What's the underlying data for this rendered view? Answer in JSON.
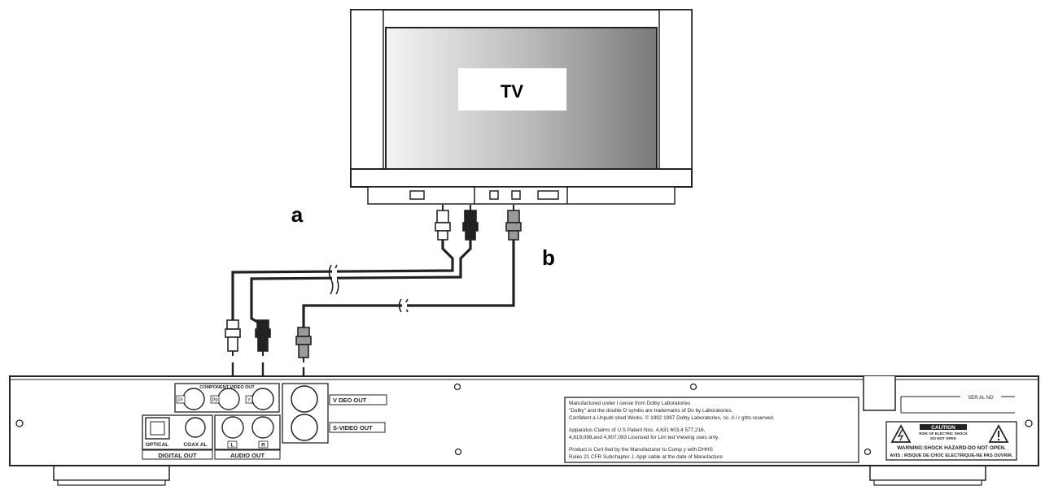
{
  "tv": {
    "label": "TV"
  },
  "callouts": {
    "a": "a",
    "b": "b"
  },
  "panel": {
    "component_video_out": "COMPONENT VIDEO OUT",
    "pr": "Pr",
    "pb": "Pb",
    "y": "Y",
    "video_out": "V DEO OUT",
    "s_video_out": "S-VIDEO OUT",
    "optical": "OPTICAL",
    "coaxial": "COAX AL",
    "digital_out": "DIGITAL OUT",
    "audio_l": "L",
    "audio_r": "R",
    "audio_out": "AUDIO OUT",
    "serial_no": "SER AL NO",
    "legal_lines": [
      "Manufactured under l cense from Dolby Laboratories",
      "\"Dolby\" and the double D symbo  are trademarks of Do by Laboratories.",
      "Confident a  Unpubl shed Works.  © 1992 1997 Dolby Laboratories,  nc. A l r ghts reserved.",
      "Apparatus Claims of U.S Patent Nos. 4,631 603,4 577,216,",
      "4,819,098,and 4,907,093 Licensed for Lim ted Viewing uses only.",
      "Product is Cert fied by the Manufacturer to Comp y with DHHS",
      "Rules 21 CFR Subchapter J. Appl cable at the date of Manufacture"
    ],
    "caution_title": "CAUTION",
    "caution_sub1": "RISK OF ELECTRIC SHOCK",
    "caution_sub2": "DO NOT OPEN",
    "warning": "WARNING:SHOCK HAZARD-DO NOT OPEN.",
    "avis": "AVIS : RISQUE DE CHOC ELECTRIQUE-NE PAS OUVRIR."
  }
}
